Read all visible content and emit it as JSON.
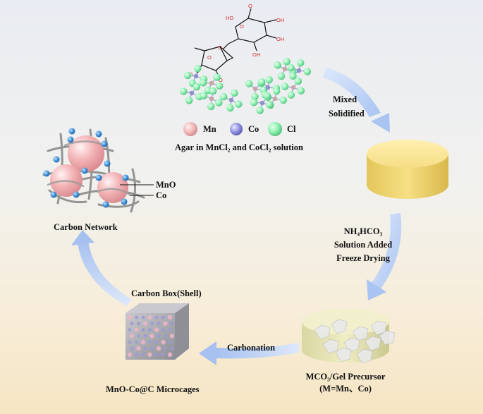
{
  "steps": {
    "mixed": "Mixed",
    "solidified": "Solidified",
    "nh4hco3": "NH₄HCO₃",
    "solution_added": "Solution Added",
    "freeze_drying": "Freeze Drying",
    "carbonation": "Carbonation"
  },
  "legend": {
    "mn": "Mn",
    "co": "Co",
    "cl": "Cl",
    "caption": "Agar in MnCl₂ and CoCl₂ solution"
  },
  "labels": {
    "precursor_line1": "MCO₃/Gel Precursor",
    "precursor_line2": "(M=Mn、Co)",
    "carbon_box": "Carbon Box(Shell)",
    "microcages": "MnO-Co@C Microcages",
    "carbon_network": "Carbon  Network",
    "mno": "MnO",
    "co_particle": "Co"
  },
  "molecule_atoms": {
    "o": "O",
    "oh": "OH",
    "ho": "HO"
  },
  "colors": {
    "mn": "#f2b8b8",
    "co": "#8c8ce0",
    "cl": "#8ef0b0",
    "arrow": "#b9cdf2",
    "atom_label": "#d32f2f"
  }
}
